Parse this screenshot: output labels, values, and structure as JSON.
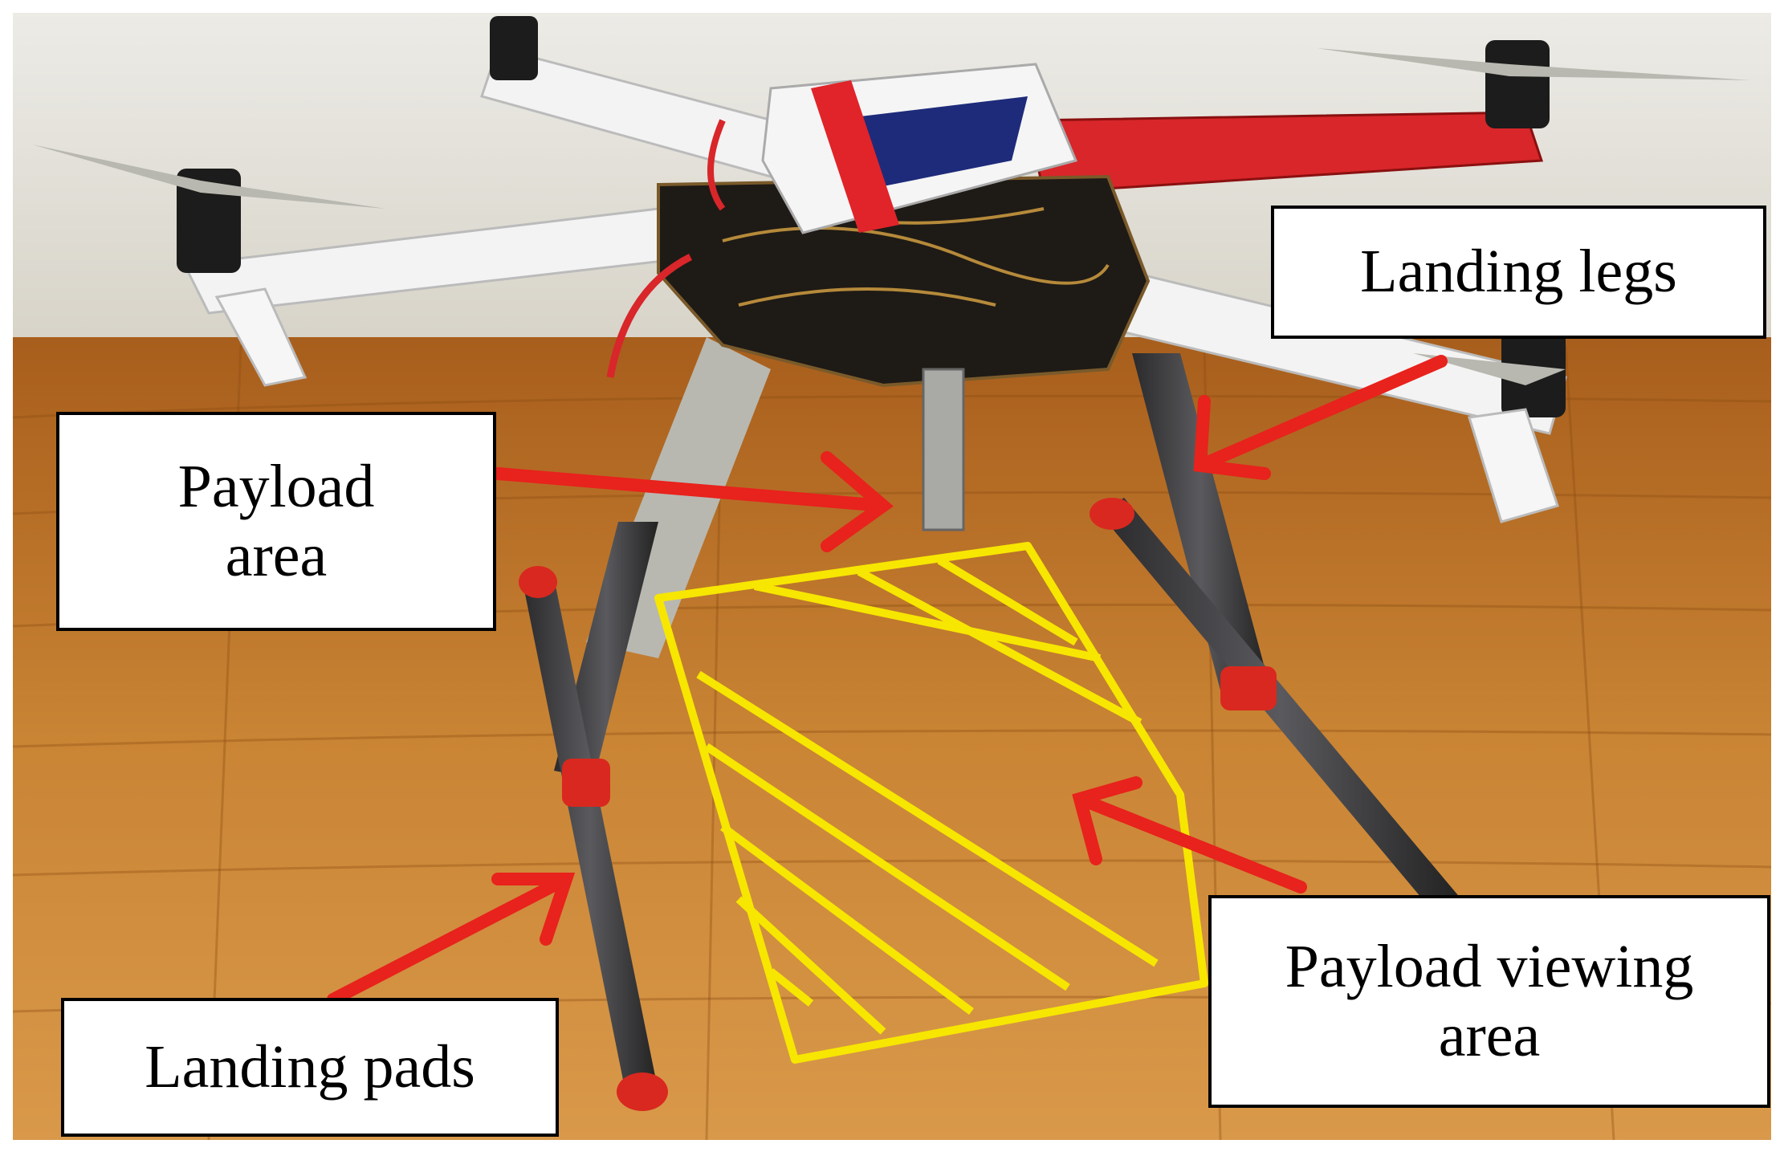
{
  "labels": {
    "landing_legs": "Landing legs",
    "payload_area_line1": "Payload",
    "payload_area_line2": "area",
    "landing_pads": "Landing pads",
    "payload_viewing_line1": "Payload viewing",
    "payload_viewing_line2": "area"
  },
  "colors": {
    "arrow": "#e8221c",
    "hatch": "#f7e600",
    "box_border": "#000000",
    "floor": "#c47a2c"
  }
}
